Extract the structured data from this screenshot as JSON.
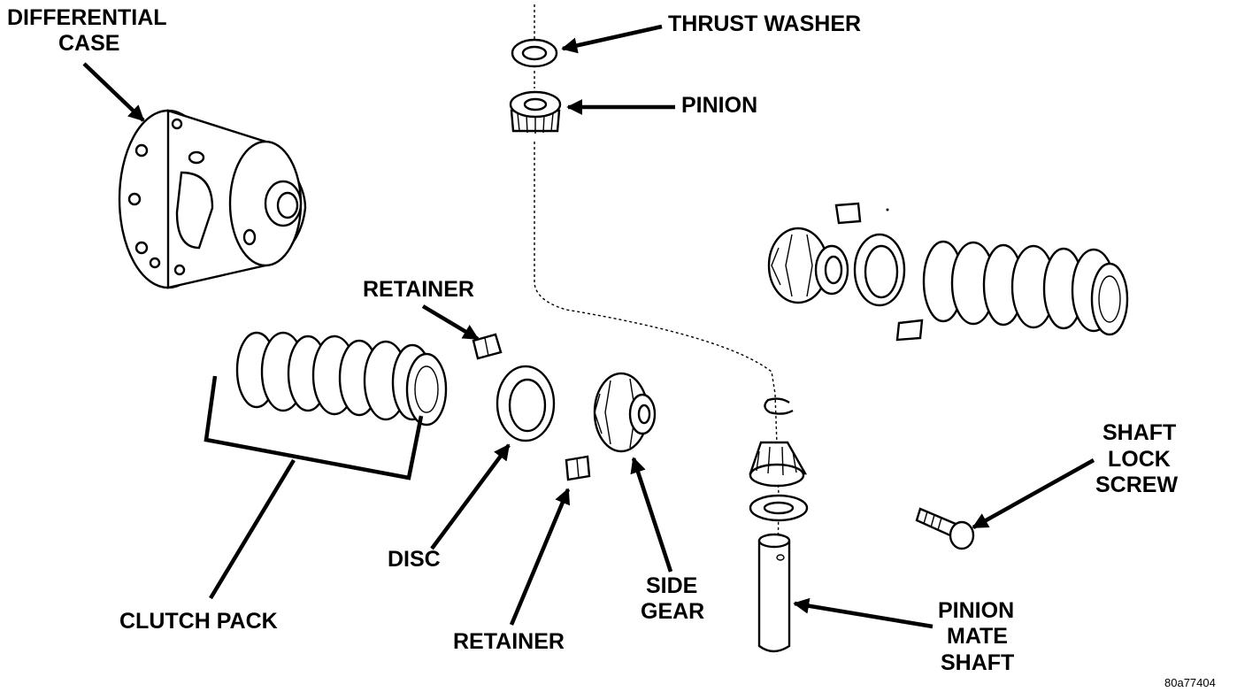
{
  "labels": {
    "differential_case_1": "DIFFERENTIAL",
    "differential_case_2": "CASE",
    "thrust_washer": "THRUST WASHER",
    "pinion": "PINION",
    "retainer_top": "RETAINER",
    "clutch_pack": "CLUTCH PACK",
    "disc": "DISC",
    "retainer_bottom": "RETAINER",
    "side_gear_1": "SIDE",
    "side_gear_2": "GEAR",
    "pinion_mate_shaft_1": "PINION",
    "pinion_mate_shaft_2": "MATE",
    "pinion_mate_shaft_3": "SHAFT",
    "shaft_lock_screw_1": "SHAFT",
    "shaft_lock_screw_2": "LOCK",
    "shaft_lock_screw_3": "SCREW"
  },
  "figure_id": "80a77404"
}
